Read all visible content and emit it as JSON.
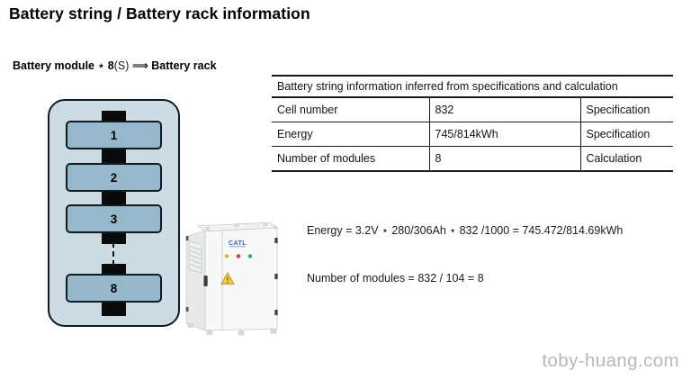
{
  "title": "Battery string / Battery rack information",
  "subtitle": {
    "module_part": "Battery module ⋆ 8",
    "series_part": "(S)",
    "arrow": " ⟹ ",
    "rack_part": "Battery rack"
  },
  "diagram": {
    "modules": [
      "1",
      "2",
      "3",
      "8"
    ]
  },
  "cabinet": {
    "brand": "CATL"
  },
  "table": {
    "header": "Battery string information inferred from specifications and calculation",
    "rows": [
      {
        "label": "Cell number",
        "value": "832",
        "source": "Specification"
      },
      {
        "label": "Energy",
        "value": "745/814kWh",
        "source": "Specification"
      },
      {
        "label": "Number of modules",
        "value": "8",
        "source": "Calculation"
      }
    ]
  },
  "calculations": {
    "line1": "Energy = 3.2V ⋆ 280/306Ah ⋆ 832 /1000 = 745.472/814.69kWh",
    "line2": "Number of modules = 832 / 104 = 8"
  },
  "watermark": "toby-huang.com",
  "colors": {
    "line": "#0e1b23",
    "rack_fill": "#ccdbe4",
    "module_fill": "#96b8ca",
    "connector": "#0a0a0a",
    "table_border": "#1c1c1c",
    "watermark": "#b5b8bf",
    "catl_blue": "#3a66b0",
    "indicator_yellow": "#dcb32c",
    "indicator_red": "#cc3b34",
    "indicator_green": "#2fae4e"
  }
}
